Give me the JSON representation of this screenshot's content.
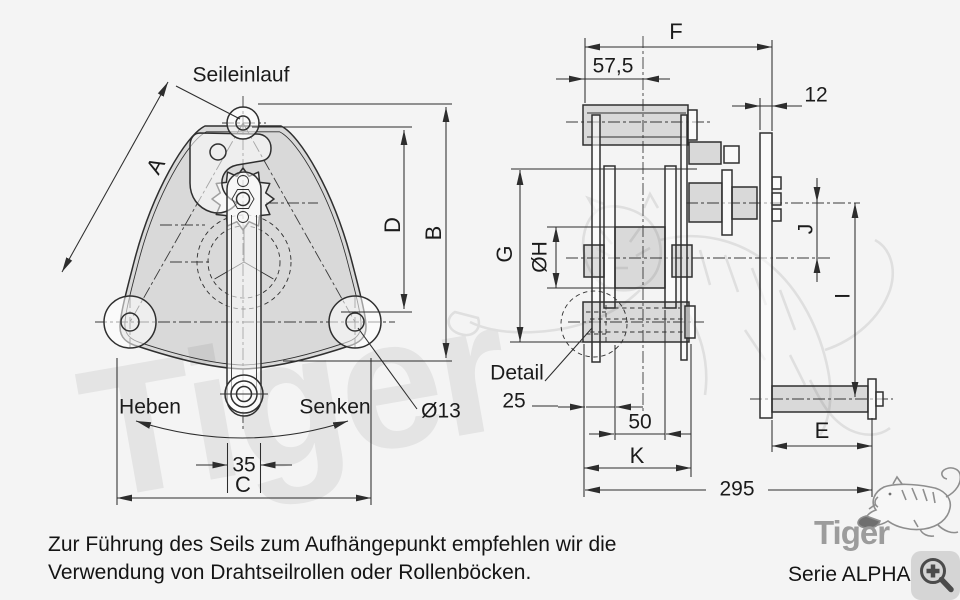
{
  "colors": {
    "background": "#f4f4f4",
    "line": "#2d2d2d",
    "fill_gray": "#d9d9d9",
    "watermark": "#e4e4e4",
    "logo_gray": "#9c9c9c"
  },
  "front_view": {
    "labels": {
      "rope_inlet": "Seileinlauf",
      "dim_a": "A",
      "dim_d": "D",
      "dim_b": "B",
      "lift": "Heben",
      "lower": "Senken",
      "hole_dia": "Ø13",
      "dim_35": "35",
      "dim_c": "C"
    }
  },
  "side_view": {
    "labels": {
      "dim_f": "F",
      "dim_57_5": "57,5",
      "dim_12": "12",
      "dim_g": "G",
      "dim_oh": "ØH",
      "dim_j": "J",
      "dim_i": "I",
      "detail": "Detail",
      "dim_25": "25",
      "dim_50": "50",
      "dim_k": "K",
      "dim_e": "E",
      "dim_295": "295"
    }
  },
  "footer": {
    "note": "Zur Führung des Seils zum Aufhängepunkt empfehlen wir die Verwendung von Drahtseilrollen oder Rollenböcken.",
    "series_label": "Serie ALPHA"
  },
  "branding": {
    "watermark_text": "Tiger",
    "logo_text": "Tiger",
    "zoom_icon": "magnifier-plus-icon"
  }
}
